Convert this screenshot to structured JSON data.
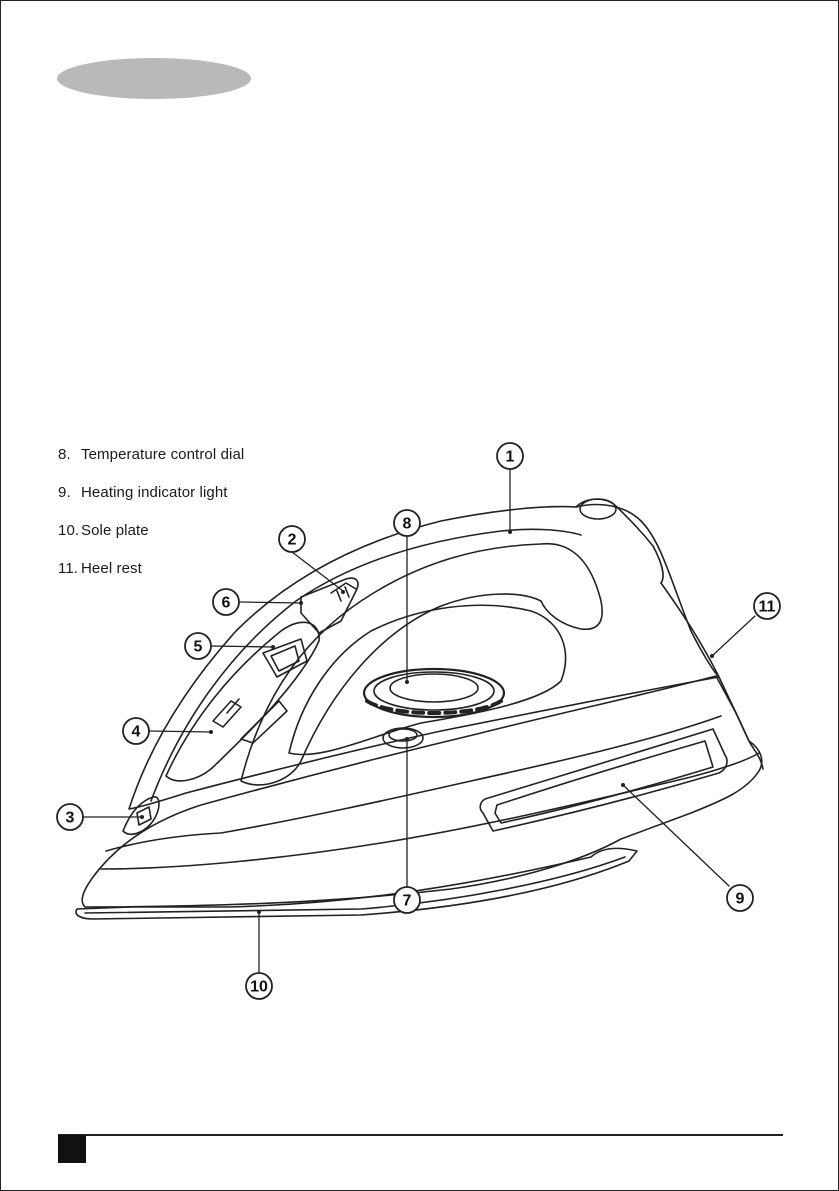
{
  "legend": [
    {
      "num": "8.",
      "text": "Temperature control dial"
    },
    {
      "num": "9.",
      "text": "Heating indicator light"
    },
    {
      "num": "10.",
      "text": "Sole plate"
    },
    {
      "num": "11.",
      "text": "Heel rest"
    }
  ],
  "callouts": {
    "c1": "1",
    "c2": "2",
    "c3": "3",
    "c4": "4",
    "c5": "5",
    "c6": "6",
    "c7": "7",
    "c8": "8",
    "c9": "9",
    "c10": "10",
    "c11": "11"
  },
  "colors": {
    "header_pill": "#b9b9b9",
    "line": "#222222"
  }
}
